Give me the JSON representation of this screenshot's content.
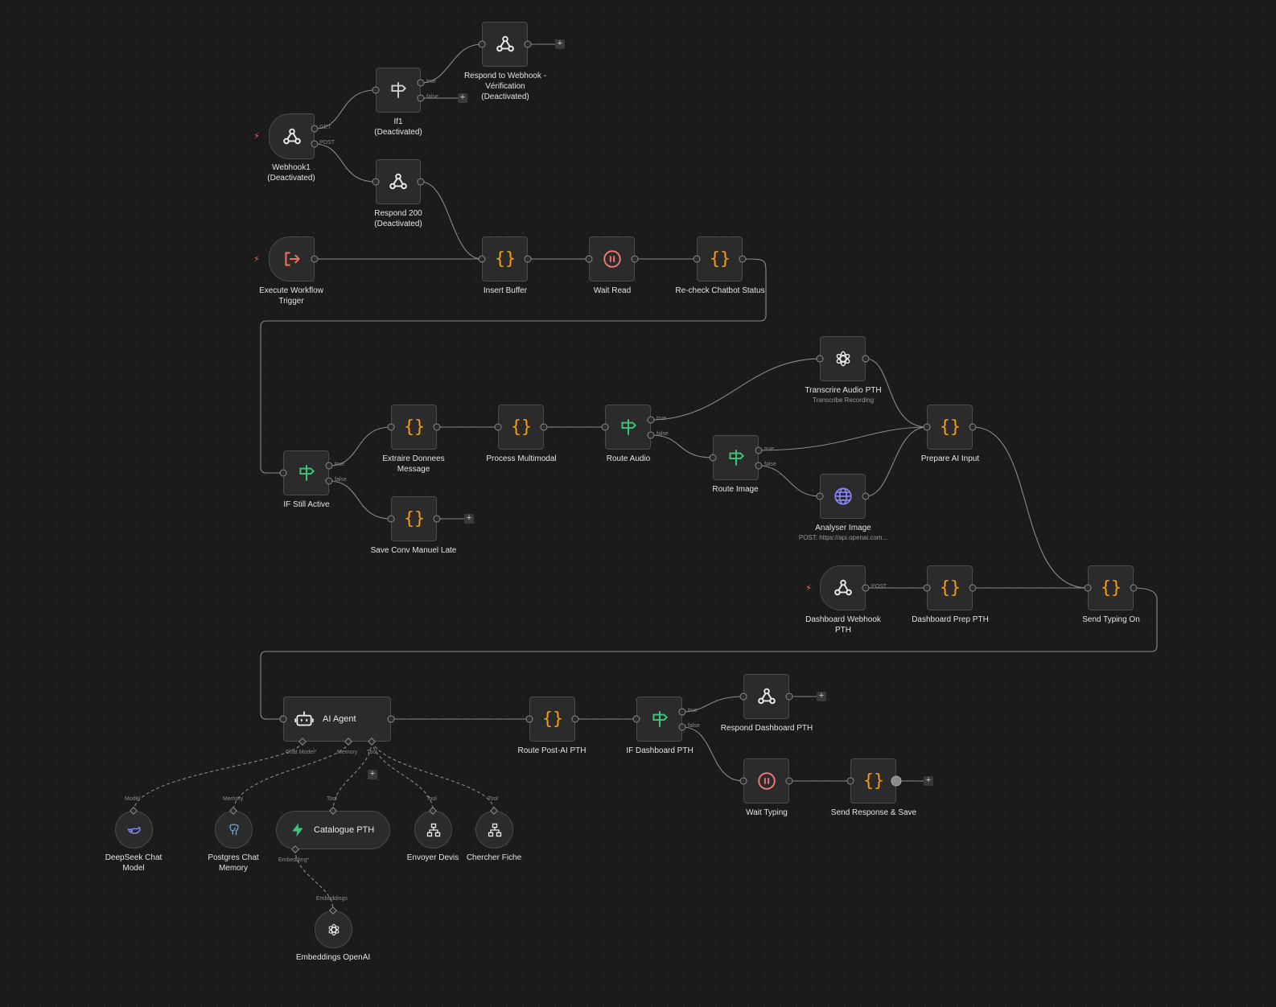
{
  "colors": {
    "canvas_bg": "#1b1b1b",
    "node_bg": "#2b2b2b",
    "node_border": "#4a4a4a",
    "wire": "#8a8a8a",
    "code_orange": "#f59e0b",
    "if_green": "#3fc57a",
    "wait_red": "#f07878",
    "trigger_red": "#f06a5a",
    "http_purple": "#7f7ff0"
  },
  "nodes": {
    "webhook1": {
      "label": "Webhook1",
      "sub": "(Deactivated)",
      "icon": "webhook-icon",
      "out1": "GET",
      "out2": "POST"
    },
    "if1": {
      "label": "If1",
      "sub": "(Deactivated)",
      "icon": "if-icon",
      "true": "true",
      "false": "false"
    },
    "respond_verif": {
      "line1": "Respond to Webhook -",
      "line2": "Vérification",
      "line3": "(Deactivated)",
      "icon": "webhook-icon"
    },
    "respond200": {
      "label": "Respond 200",
      "sub": "(Deactivated)",
      "icon": "webhook-icon"
    },
    "exec_trigger": {
      "line1": "Execute Workflow",
      "line2": "Trigger",
      "icon": "sign-in-icon"
    },
    "insert_buffer": {
      "label": "Insert Buffer",
      "icon": "code-braces-icon"
    },
    "wait_read": {
      "label": "Wait Read",
      "icon": "pause-icon"
    },
    "recheck": {
      "label": "Re-check Chatbot Status",
      "icon": "code-braces-icon"
    },
    "if_still_active": {
      "label": "IF Still Active",
      "icon": "if-icon",
      "true": "true",
      "false": "false"
    },
    "extraire": {
      "line1": "Extraire Donnees",
      "line2": "Message",
      "icon": "code-braces-icon"
    },
    "save_conv": {
      "label": "Save Conv Manuel Late",
      "icon": "code-braces-icon"
    },
    "process_mm": {
      "label": "Process Multimodal",
      "icon": "code-braces-icon"
    },
    "route_audio": {
      "label": "Route Audio",
      "icon": "if-icon",
      "true": "true",
      "false": "false"
    },
    "route_image": {
      "label": "Route Image",
      "icon": "if-icon",
      "true": "true",
      "false": "false"
    },
    "transcrire": {
      "label": "Transcrire Audio PTH",
      "sub": "Transcribe Recording",
      "icon": "openai-icon"
    },
    "analyser": {
      "label": "Analyser Image",
      "sub": "POST: https://api.openai.com...",
      "icon": "globe-icon"
    },
    "prepare_ai": {
      "label": "Prepare AI Input",
      "icon": "code-braces-icon"
    },
    "dash_webhook": {
      "line1": "Dashboard Webhook",
      "line2": "PTH",
      "icon": "webhook-icon",
      "out1": "POST"
    },
    "dash_prep": {
      "label": "Dashboard Prep PTH",
      "icon": "code-braces-icon"
    },
    "send_typing": {
      "label": "Send Typing On",
      "icon": "code-braces-icon"
    },
    "ai_agent": {
      "label": "AI Agent",
      "icon": "robot-icon",
      "port_chat": "Chat Model*",
      "port_memory": "Memory",
      "port_tool": "Tool"
    },
    "route_post_ai": {
      "label": "Route Post-AI PTH",
      "icon": "code-braces-icon"
    },
    "if_dashboard": {
      "label": "IF Dashboard PTH",
      "icon": "if-icon",
      "true": "true",
      "false": "false"
    },
    "respond_dash": {
      "label": "Respond Dashboard PTH",
      "icon": "webhook-icon"
    },
    "wait_typing": {
      "label": "Wait Typing",
      "icon": "pause-icon"
    },
    "send_response": {
      "label": "Send Response & Save",
      "icon": "code-braces-icon"
    },
    "deepseek": {
      "line1": "DeepSeek Chat",
      "line2": "Model",
      "icon": "whale-icon",
      "port": "Model"
    },
    "postgres": {
      "line1": "Postgres Chat",
      "line2": "Memory",
      "icon": "elephant-icon",
      "port": "Memory"
    },
    "catalogue": {
      "label": "Catalogue PTH",
      "icon": "bolt-icon",
      "port": "Tool",
      "port_bottom": "Embedding*"
    },
    "envoyer": {
      "label": "Envoyer Devis",
      "icon": "sitemap-icon",
      "port": "Tool"
    },
    "chercher": {
      "label": "Chercher Fiche",
      "icon": "sitemap-icon",
      "port": "Tool"
    },
    "embeddings": {
      "label": "Embeddings OpenAI",
      "icon": "openai-icon",
      "port": "Embeddings"
    }
  }
}
